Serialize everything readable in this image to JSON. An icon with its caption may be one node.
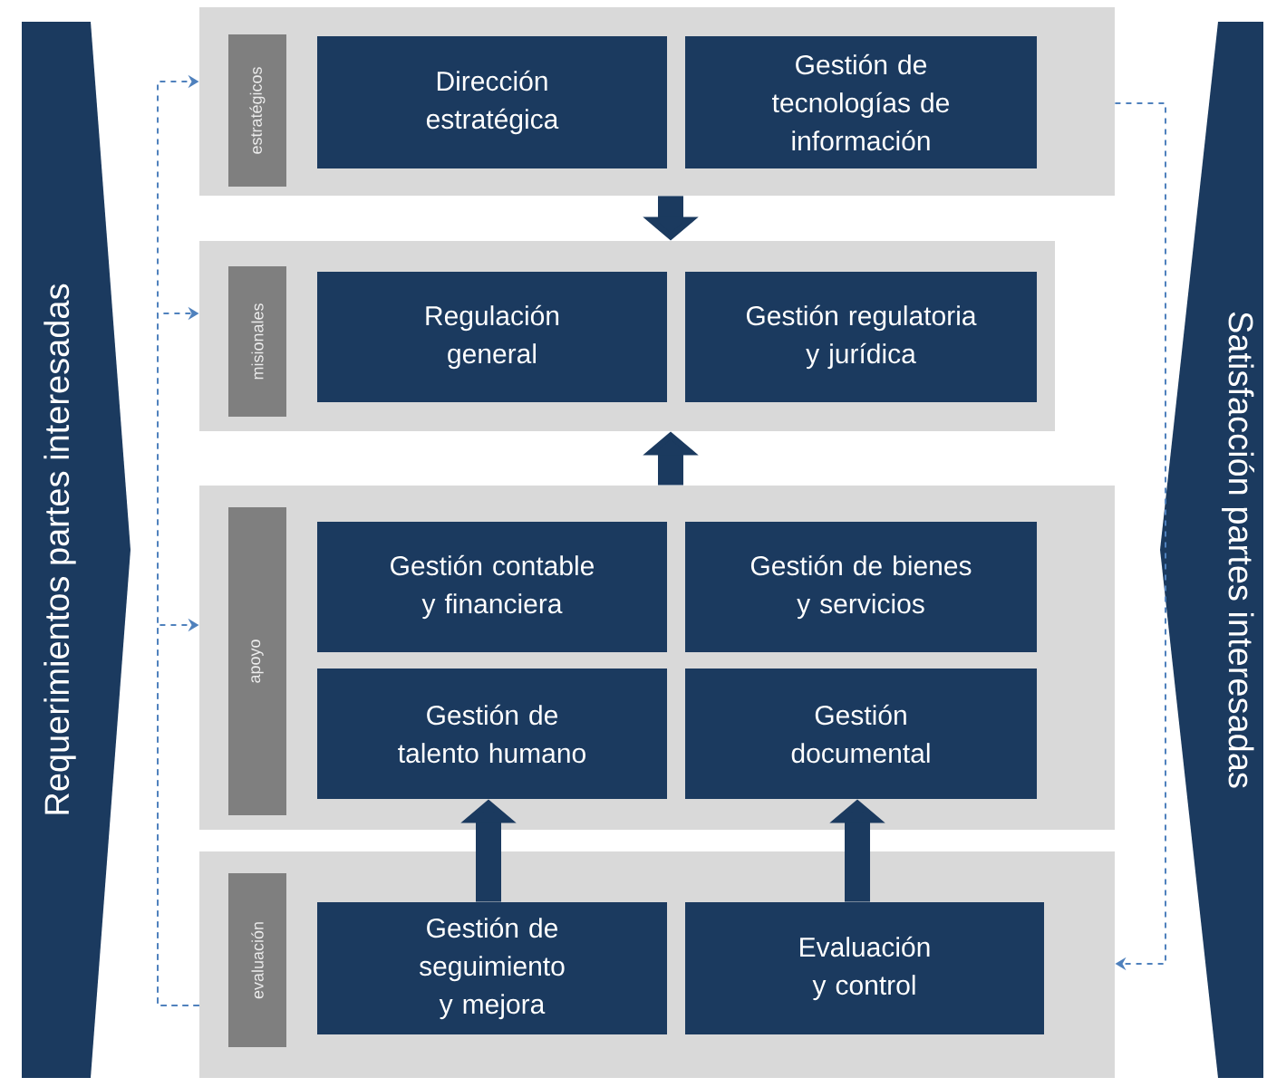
{
  "diagram": {
    "nodes": [
      {
        "text": [
          "Requerimientos partes interesadas"
        ]
      },
      {
        "text": [
          "estratégicos"
        ]
      },
      {
        "text": [
          "Dirección estratégica"
        ],
        "in": 1
      },
      {
        "text": [
          "Gestión de tecnologías de información"
        ],
        "in": 1
      },
      {
        "text": [
          "misionales"
        ]
      },
      {
        "text": [
          "Regulación general"
        ],
        "in": 4
      },
      {
        "text": [
          "Gestión regulatoria y jurídica"
        ],
        "in": 4
      },
      {
        "text": [
          "apoyo"
        ]
      },
      {
        "text": [
          "Gestión contable y financiera"
        ],
        "in": 7
      },
      {
        "text": [
          "Gestión de bienes y servicios"
        ],
        "in": 7
      },
      {
        "text": [
          "Gestión de talento humano"
        ],
        "in": 7
      },
      {
        "text": [
          "Gestión documental"
        ],
        "in": 7
      },
      {
        "text": [
          "evaluación"
        ]
      },
      {
        "text": [
          "Gestión de seguimiento y mejora"
        ],
        "in": 12
      },
      {
        "text": [
          "Evaluación y control"
        ],
        "in": 12
      },
      {
        "text": [
          "Satisfacción partes interesadas"
        ]
      }
    ],
    "edges": [
      {
        "from": 12,
        "to": 1,
        "arrow": "to",
        "style": "dashed",
        "color": "#4f81bd"
      },
      {
        "from": 12,
        "to": 4,
        "arrow": "to",
        "style": "dashed",
        "color": "#4f81bd"
      },
      {
        "from": 12,
        "to": 7,
        "arrow": "to",
        "style": "dashed",
        "color": "#4f81bd"
      },
      {
        "from": 1,
        "to": 12,
        "arrow": "to",
        "style": "dashed",
        "color": "#4f81bd"
      },
      {
        "from": 1,
        "to": 4,
        "arrow": "to",
        "style": "thick",
        "color": "#1b3a5f"
      },
      {
        "from": 7,
        "to": 4,
        "arrow": "to",
        "style": "thick",
        "color": "#1b3a5f"
      },
      {
        "from": 13,
        "to": 10,
        "arrow": "to",
        "style": "thick",
        "color": "#1b3a5f"
      },
      {
        "from": 14,
        "to": 11,
        "arrow": "to",
        "style": "thick",
        "color": "#1b3a5f"
      }
    ]
  }
}
